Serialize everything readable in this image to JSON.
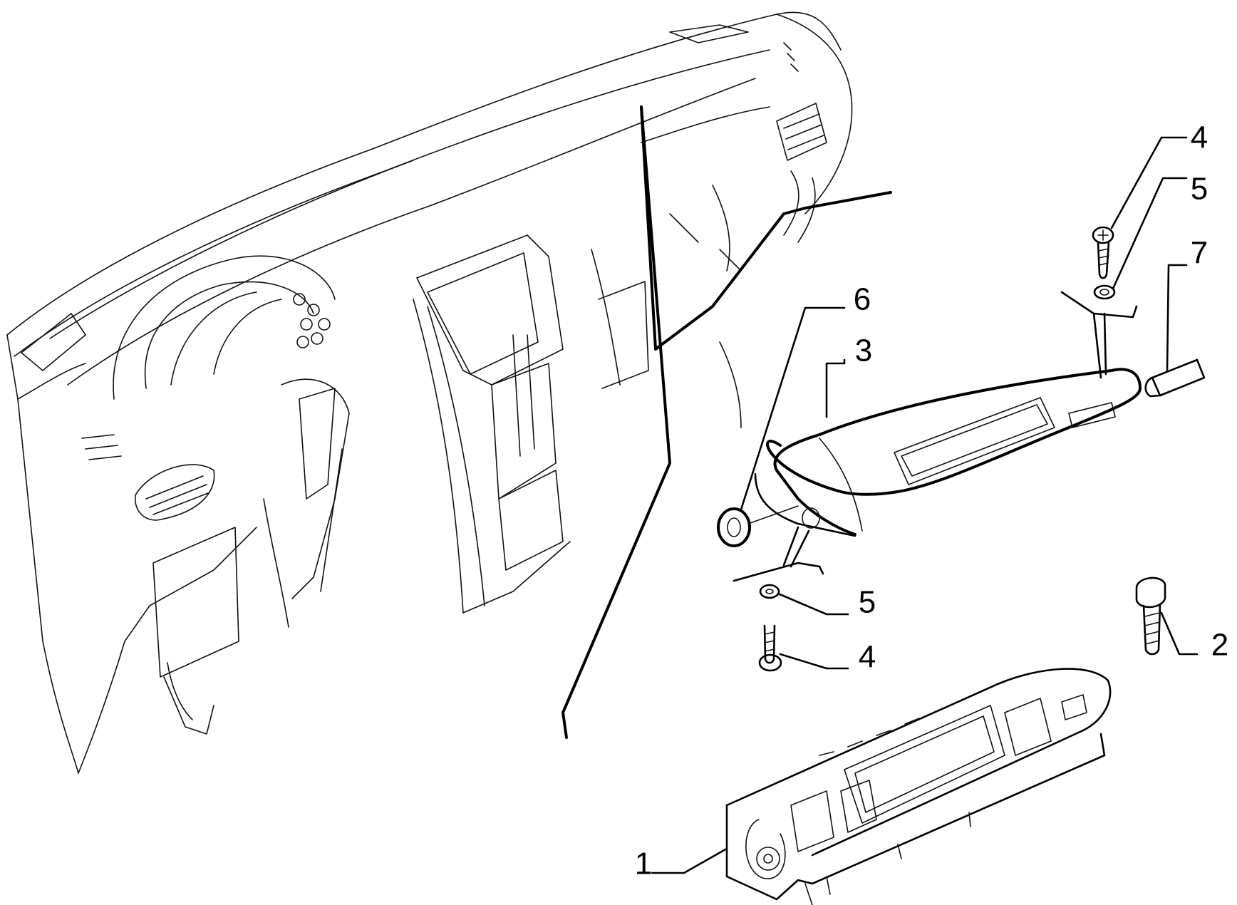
{
  "callouts": [
    {
      "id": "part-1",
      "label": "1"
    },
    {
      "id": "part-2",
      "label": "2"
    },
    {
      "id": "part-3",
      "label": "3"
    },
    {
      "id": "part-4-top",
      "label": "4"
    },
    {
      "id": "part-4-bottom",
      "label": "4"
    },
    {
      "id": "part-5-top",
      "label": "5"
    },
    {
      "id": "part-5-bottom",
      "label": "5"
    },
    {
      "id": "part-6",
      "label": "6"
    },
    {
      "id": "part-7",
      "label": "7"
    }
  ]
}
